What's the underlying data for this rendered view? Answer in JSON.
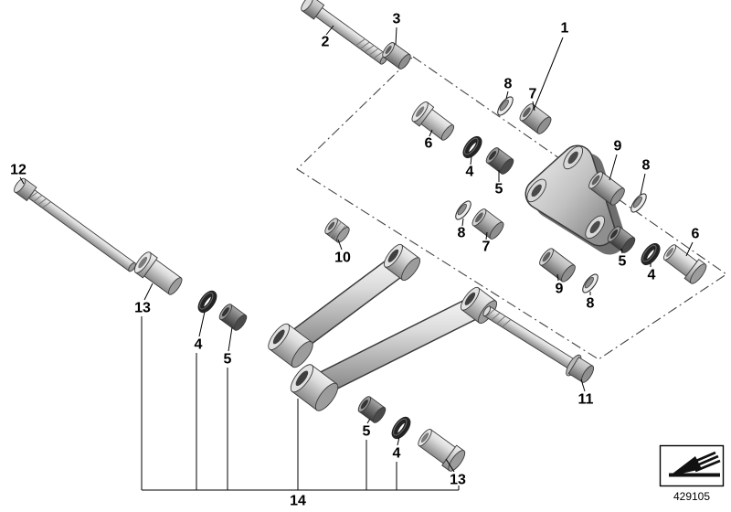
{
  "diagram": {
    "title": "exploded-parts-diagram-suspension-linkage",
    "number": "429105",
    "callouts": [
      "2",
      "3",
      "1",
      "8",
      "7",
      "6",
      "4",
      "5",
      "9",
      "8",
      "8",
      "7",
      "12",
      "10",
      "9",
      "8",
      "5",
      "4",
      "6",
      "13",
      "4",
      "5",
      "11",
      "5",
      "4",
      "13",
      "14"
    ],
    "icons": {
      "stamp": "change-arrow-icon"
    },
    "colors": {
      "background": "#ffffff",
      "line": "#000000",
      "metal_light": "#dcdcdc",
      "metal_mid": "#bcbcbc",
      "metal_dark": "#5a5a5a"
    }
  }
}
